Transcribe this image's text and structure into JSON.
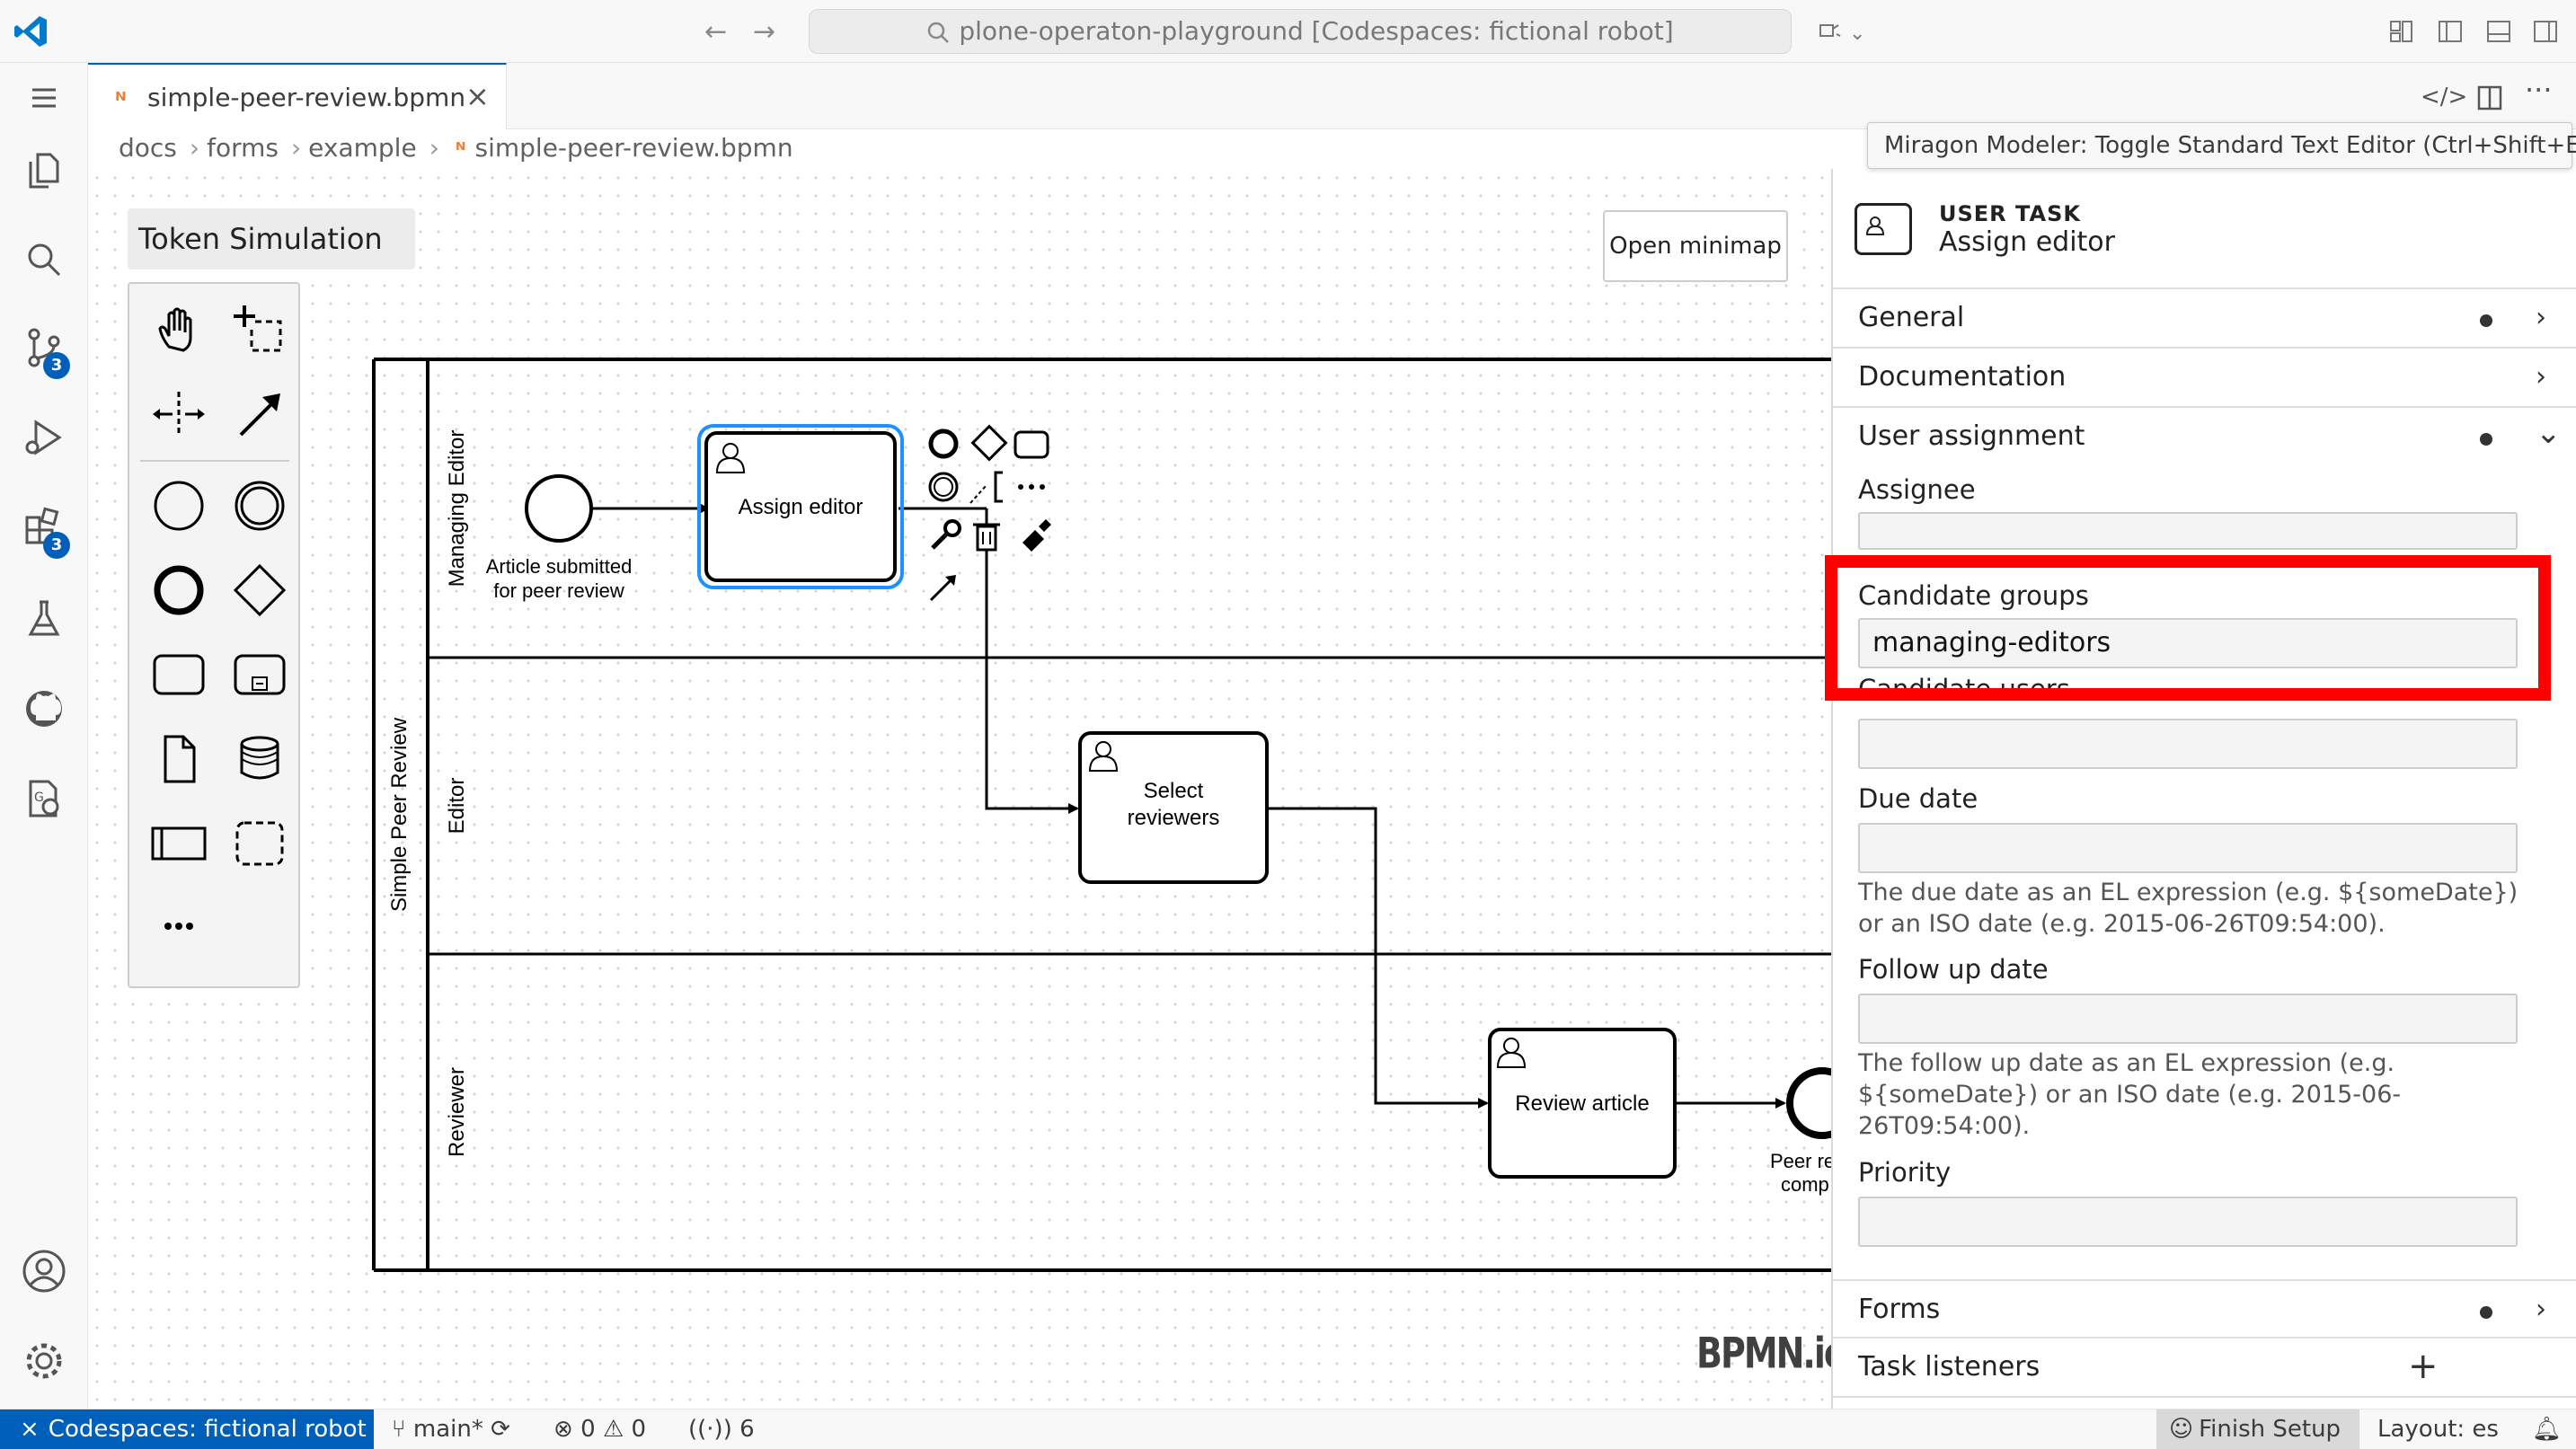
{
  "titlebar": {
    "search_text": "plone-operaton-playground [Codespaces: fictional robot]"
  },
  "activity_badges": {
    "source_control": "3",
    "extensions": "3"
  },
  "tab": {
    "label": "simple-peer-review.bpmn"
  },
  "breadcrumb": {
    "items": [
      "docs",
      "forms",
      "example",
      "simple-peer-review.bpmn"
    ]
  },
  "tooltip": "Miragon Modeler: Toggle Standard Text Editor (Ctrl+Shift+E)",
  "canvas": {
    "token_simulation": "Token Simulation",
    "minimap_button": "Open minimap",
    "watermark": "BPMN.io"
  },
  "diagram": {
    "pool": "Simple Peer Review",
    "lanes": [
      "Managing Editor",
      "Editor",
      "Reviewer"
    ],
    "start_event": [
      "Article submitted",
      "for peer review"
    ],
    "tasks": {
      "assign_editor": "Assign editor",
      "select_reviewers": [
        "Select",
        "reviewers"
      ],
      "review_article": "Review article"
    },
    "end_event": [
      "Peer re",
      "comp"
    ]
  },
  "properties": {
    "element_type": "USER TASK",
    "element_name": "Assign editor",
    "groups": {
      "general": "General",
      "documentation": "Documentation",
      "user_assignment": "User assignment",
      "forms": "Forms",
      "task_listeners": "Task listeners"
    },
    "fields": {
      "assignee_label": "Assignee",
      "assignee_value": "",
      "candidate_groups_label": "Candidate groups",
      "candidate_groups_value": "managing-editors",
      "candidate_users_label": "Candidate users",
      "candidate_users_value": "",
      "due_date_label": "Due date",
      "due_date_value": "",
      "due_date_desc": "The due date as an EL expression (e.g. ${someDate}) or an ISO date (e.g. 2015-06-26T09:54:00).",
      "follow_up_label": "Follow up date",
      "follow_up_value": "",
      "follow_up_desc": "The follow up date as an EL expression (e.g. ${someDate}) or an ISO date (e.g. 2015-06-26T09:54:00).",
      "priority_label": "Priority",
      "priority_value": ""
    }
  },
  "statusbar": {
    "remote": "Codespaces: fictional robot",
    "branch": "main*",
    "errors": "0",
    "warnings": "0",
    "ports": "6",
    "finish_setup": "Finish Setup",
    "layout": "Layout: es"
  },
  "colors": {
    "accent": "#005fb8",
    "highlight_box": "#ff0000",
    "selection": "#1e90ff"
  }
}
